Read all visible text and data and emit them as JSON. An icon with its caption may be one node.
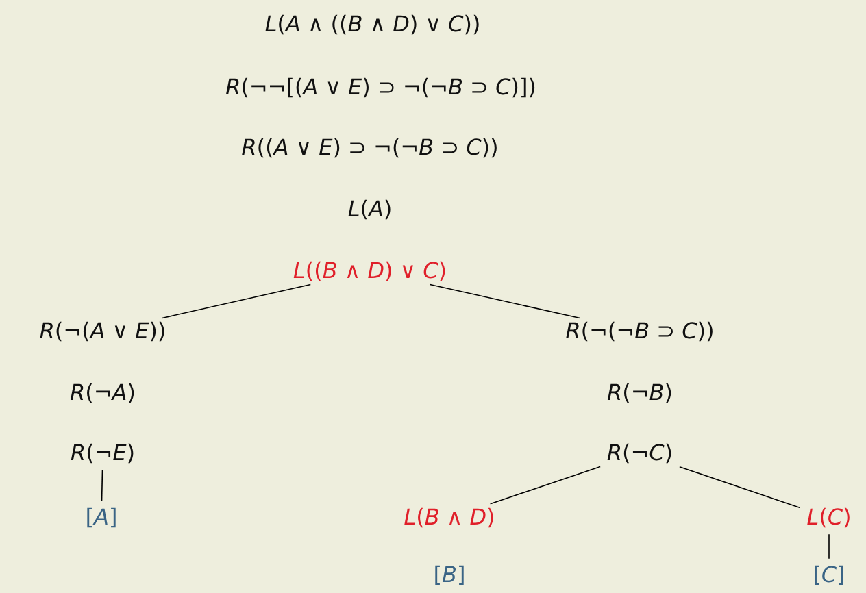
{
  "diagram": {
    "nodes": [
      {
        "text": [
          "*L*(*A* ∧ ((*B* ∧ *D*) ∨ *C*))"
        ]
      },
      {
        "text": [
          "*R*(¬¬[(*A* ∨ *E*) ⊃ ¬(¬*B* ⊃ *C*)])"
        ]
      },
      {
        "text": [
          "*R*((*A* ∨ *E*) ⊃ ¬(¬*B* ⊃ *C*))"
        ]
      },
      {
        "text": [
          "*L*(*A*)"
        ]
      },
      {
        "text": [
          "*L*((*B* ∧ *D*) ∨ *C*)"
        ]
      },
      {
        "text": [
          "*R*(¬(*A* ∨ *E*))"
        ]
      },
      {
        "text": [
          "*R*(¬(¬*B* ⊃ *C*))"
        ]
      },
      {
        "text": [
          "*R*(¬*A*)"
        ]
      },
      {
        "text": [
          "*R*(¬*B*)"
        ]
      },
      {
        "text": [
          "*R*(¬*E*)"
        ]
      },
      {
        "text": [
          "*R*(¬*C*)"
        ]
      },
      {
        "text": [
          "[*A*]"
        ]
      },
      {
        "text": [
          "*L*(*B* ∧ *D*)"
        ]
      },
      {
        "text": [
          "*L*(*C*)"
        ]
      },
      {
        "text": [
          "[*B*]"
        ]
      },
      {
        "text": [
          "[*C*]"
        ]
      }
    ],
    "edges": [
      {
        "from": 4,
        "to": 5,
        "arrow": "none"
      },
      {
        "from": 4,
        "to": 6,
        "arrow": "none"
      },
      {
        "from": 9,
        "to": 11,
        "arrow": "none"
      },
      {
        "from": 10,
        "to": 12,
        "arrow": "none"
      },
      {
        "from": 10,
        "to": 13,
        "arrow": "none"
      },
      {
        "from": 13,
        "to": 15,
        "arrow": "none"
      }
    ]
  }
}
